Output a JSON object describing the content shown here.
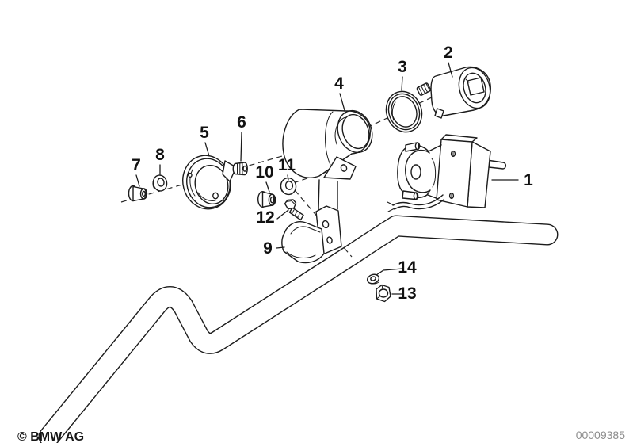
{
  "diagram": {
    "type": "exploded-parts-diagram",
    "depicts": "motorcycle handlebar with accessory socket, clamp and fasteners",
    "part_count": 14
  },
  "colors": {
    "line": "#1c1c1c",
    "label": "#111111",
    "diagram_number": "#8c8c8c",
    "background": "#ffffff"
  },
  "callouts": [
    {
      "number": "1"
    },
    {
      "number": "2"
    },
    {
      "number": "3"
    },
    {
      "number": "4"
    },
    {
      "number": "5"
    },
    {
      "number": "6"
    },
    {
      "number": "7"
    },
    {
      "number": "8"
    },
    {
      "number": "9"
    },
    {
      "number": "10"
    },
    {
      "number": "11"
    },
    {
      "number": "12"
    },
    {
      "number": "13"
    },
    {
      "number": "14"
    }
  ],
  "footer": {
    "copyright": "© BMW AG",
    "diagram_number": "00009385"
  }
}
